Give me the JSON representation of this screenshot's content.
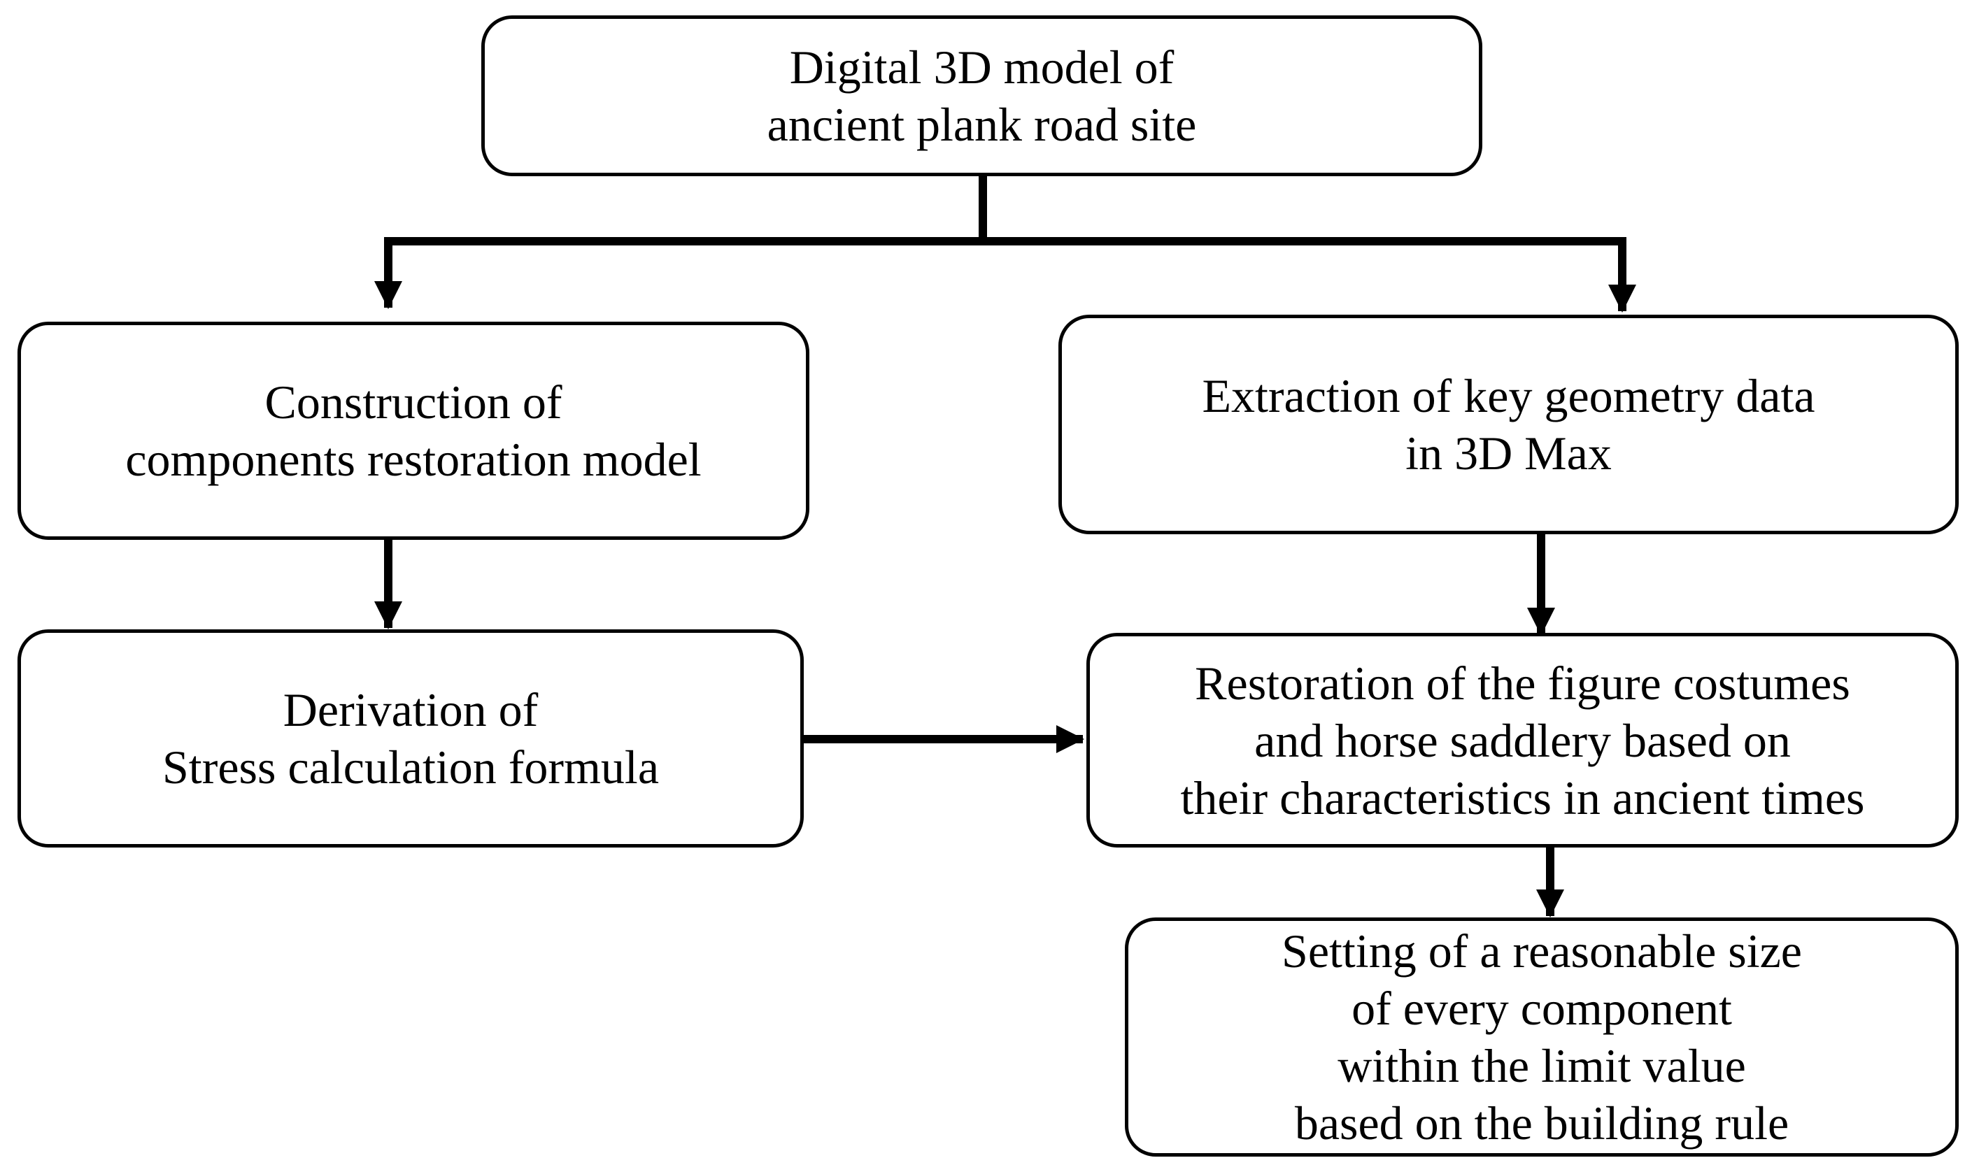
{
  "diagram": {
    "nodes": {
      "digital_model": {
        "lines": [
          "Digital  3D model of",
          "ancient plank road site"
        ]
      },
      "construction": {
        "lines": [
          "Construction of",
          "components restoration model"
        ]
      },
      "extraction": {
        "lines": [
          "Extraction of key geometry data",
          "in 3D Max"
        ]
      },
      "derivation": {
        "lines": [
          "Derivation  of",
          "Stress calculation  formula"
        ]
      },
      "restoration": {
        "lines": [
          "Restoration of the figure costumes",
          "and horse saddlery based on",
          "their characteristics  in ancient times"
        ]
      },
      "setting": {
        "lines": [
          "Setting of a reasonable size",
          "of  every component",
          "within the limit value",
          "based on the building rule"
        ]
      }
    },
    "edges": [
      {
        "from": "digital_model",
        "to": "construction"
      },
      {
        "from": "digital_model",
        "to": "extraction"
      },
      {
        "from": "construction",
        "to": "derivation"
      },
      {
        "from": "extraction",
        "to": "restoration"
      },
      {
        "from": "derivation",
        "to": "restoration"
      },
      {
        "from": "restoration",
        "to": "setting"
      }
    ]
  }
}
